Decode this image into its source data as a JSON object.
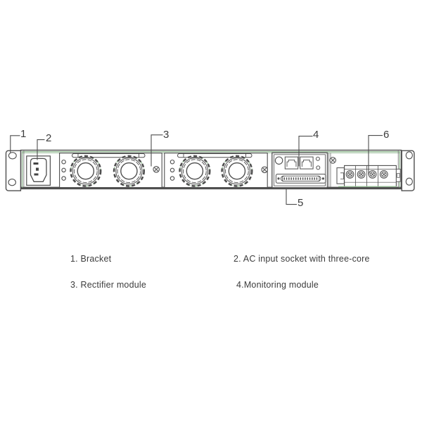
{
  "figure": {
    "kind": "rear-panel-line-diagram",
    "colors": {
      "outline": "#4e4e4e",
      "accent_green": "#8fb68f",
      "background": "#ffffff",
      "text": "#3c3c3c"
    }
  },
  "callouts": [
    {
      "number": "1"
    },
    {
      "number": "2"
    },
    {
      "number": "3"
    },
    {
      "number": "4"
    },
    {
      "number": "5"
    },
    {
      "number": "6"
    }
  ],
  "legend": [
    {
      "text": "1. Bracket"
    },
    {
      "text": "2. AC input socket with three-core"
    },
    {
      "text": "3. Rectifier module"
    },
    {
      "text": "4.Monitoring module"
    }
  ]
}
